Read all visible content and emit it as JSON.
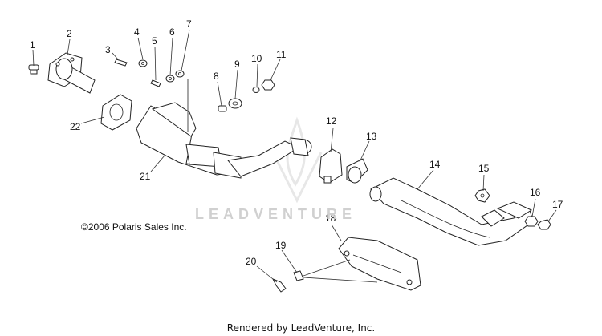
{
  "callouts": [
    "1",
    "2",
    "3",
    "4",
    "5",
    "6",
    "7",
    "8",
    "9",
    "10",
    "11",
    "12",
    "13",
    "14",
    "15",
    "16",
    "17",
    "18",
    "19",
    "20",
    "21",
    "22"
  ],
  "copyright": "©2006 Polaris Sales Inc.",
  "watermark": "LEADVENTURE",
  "footer": "Rendered by LeadVenture, Inc."
}
